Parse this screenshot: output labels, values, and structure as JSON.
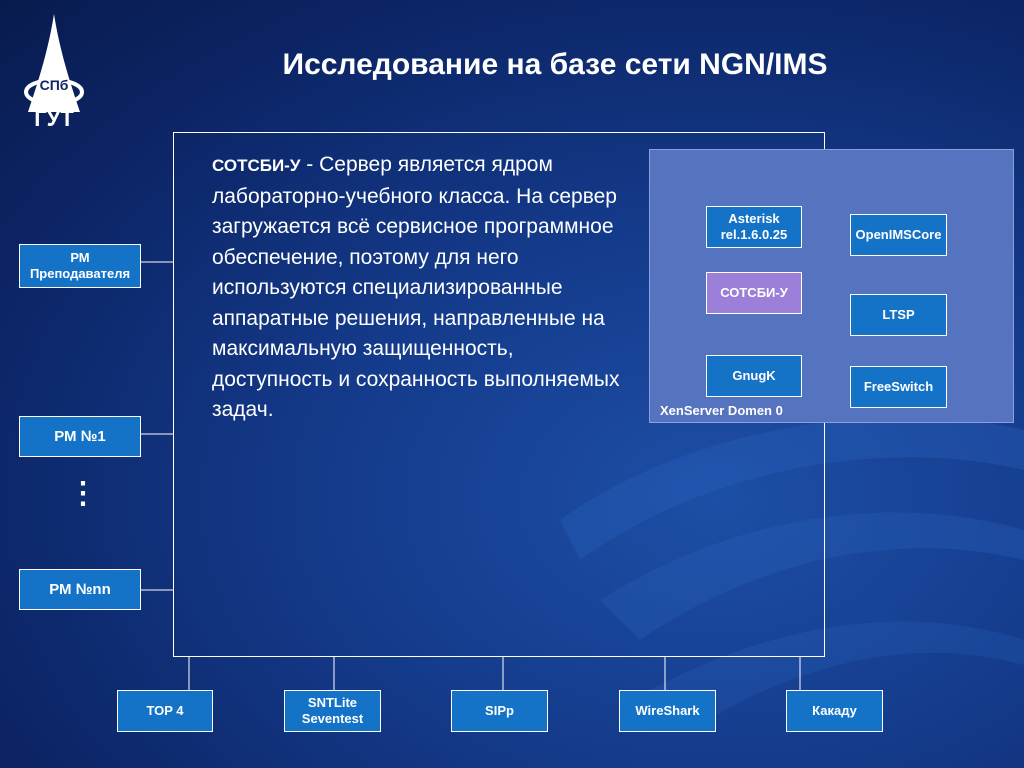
{
  "title": "Исследование на базе сети NGN/IMS",
  "logo": {
    "text_top": "СПб",
    "text_bottom": "ГУТ"
  },
  "description": {
    "lead": "СОТСБИ-У",
    "dash": " - ",
    "body": "Сервер является ядром лабораторно-учебного класса. На сервер загружается всё сервисное программное обеспечение, поэтому для него используются специализированные аппаратные решения, направленные на максимальную защищенность, доступность и сохранность выполняемых задач."
  },
  "xen_panel": {
    "label": "XenServer Domen 0",
    "left_boxes": [
      {
        "line1": "Asterisk",
        "line2": "rel.1.6.0.25"
      },
      {
        "line1": "СОТСБИ-У",
        "line2": ""
      },
      {
        "line1": "GnugK",
        "line2": ""
      }
    ],
    "right_boxes": [
      "OpenIMSCore",
      "LTSP",
      "FreeSwitch"
    ]
  },
  "workstations": [
    {
      "line1": "РМ",
      "line2": "Преподавателя"
    },
    {
      "line1": "РМ №1",
      "line2": ""
    },
    {
      "line1": "РМ №nn",
      "line2": ""
    }
  ],
  "ellipsis": "⋮",
  "bottom_boxes": [
    {
      "line1": "TOP 4",
      "line2": ""
    },
    {
      "line1": "SNTLite",
      "line2": "Seventest"
    },
    {
      "line1": "SIPp",
      "line2": ""
    },
    {
      "line1": "WireShark",
      "line2": ""
    },
    {
      "line1": "Какаду",
      "line2": ""
    }
  ],
  "colors": {
    "background": "#0c2566",
    "box_fill": "#1573c7",
    "highlight_box": "#9b7fd8",
    "panel_fill": "#5673bf",
    "line": "#ffffff"
  }
}
